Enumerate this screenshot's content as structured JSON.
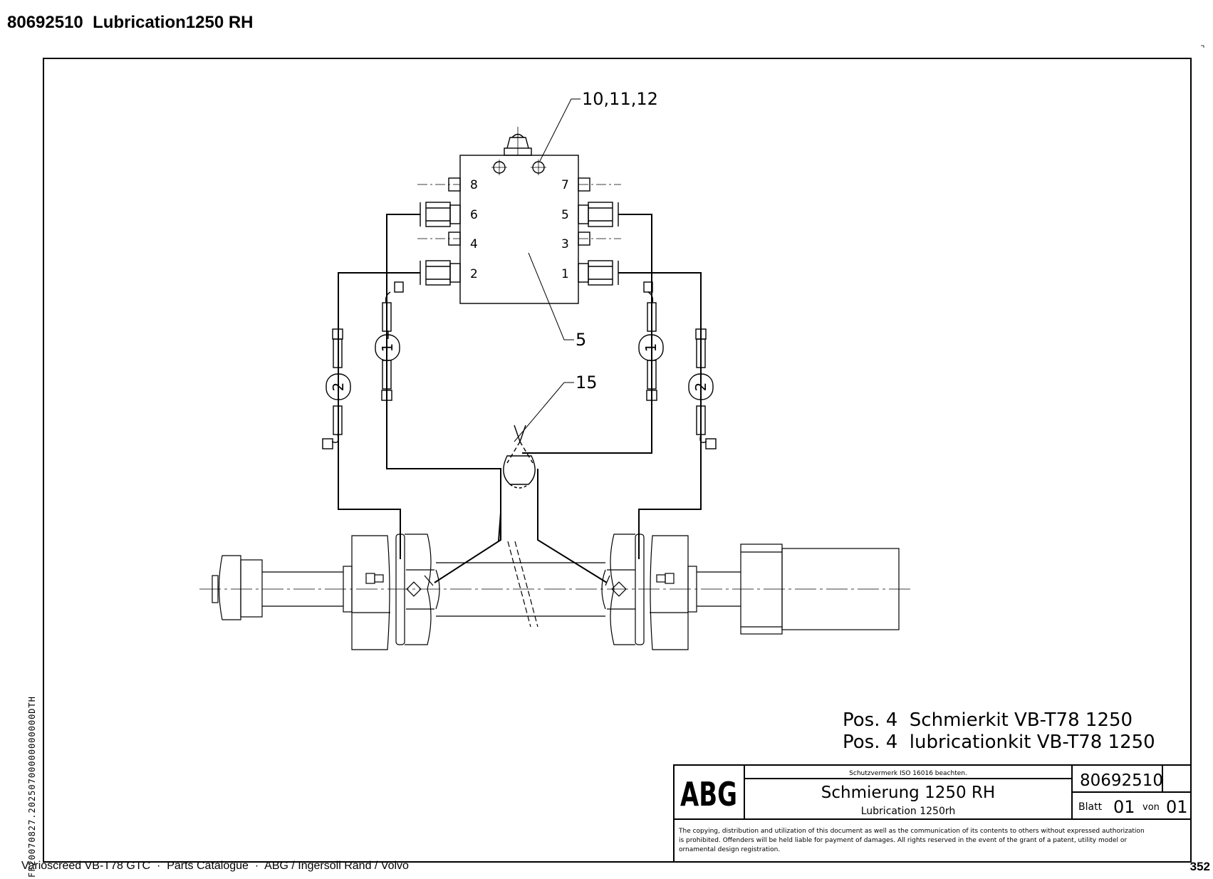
{
  "page": {
    "title": "80692510  Lubrication1250 RH",
    "footer": "Varioscreed VB-T78 GTC  ·  Parts Catalogue  ·  ABG / Ingersoll Rand / Volvo",
    "page_number": "352",
    "side_code": "FF20070827.20250700000000000DTH"
  },
  "drawing": {
    "callouts": {
      "top": "10,11,12",
      "block": "5",
      "tee": "15"
    },
    "ports": [
      "1",
      "2",
      "3",
      "4",
      "5",
      "6",
      "7",
      "8"
    ],
    "hose_labels": {
      "inner": "1",
      "outer": "2"
    },
    "notes": [
      "Pos. 4  Schmierkit VB-T78 1250",
      "Pos. 4  lubricationkit VB-T78 1250"
    ]
  },
  "title_block": {
    "logo": "ABG",
    "protection_note": "Schutzvermerk ISO 16016 beachten.",
    "title_de": "Schmierung 1250 RH",
    "title_en": "Lubrication 1250rh",
    "drawing_number": "80692510",
    "sheet_label": "Blatt",
    "sheet": "01",
    "of_label": "von",
    "sheet_total": "01",
    "copyright": [
      "The copying, distribution and utilization of this document as well as the communication of its contents to others without expressed authorization",
      "is prohibited. Offenders will be held liable for payment of damages. All rights reserved in the event of the grant of a patent, utility model or",
      "ornamental design registration."
    ]
  }
}
